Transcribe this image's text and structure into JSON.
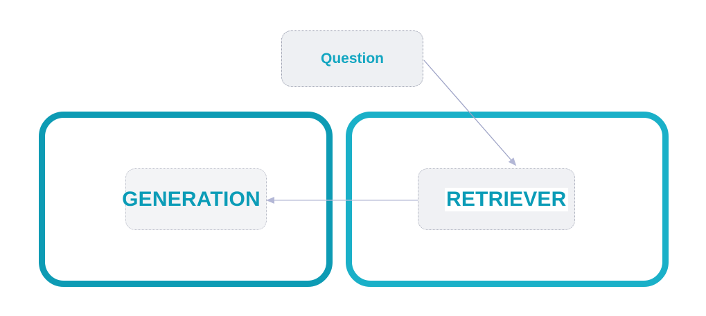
{
  "nodes": {
    "question": "Question",
    "generation": "GENERATION",
    "retriever": "RETRIEVER"
  },
  "colors": {
    "frame_dark": "#0d9bb4",
    "frame_light": "#1ab0c8",
    "label_text": "#0b9cb7",
    "node_fill": "#eef0f3",
    "connector": "#9ea3c6"
  }
}
